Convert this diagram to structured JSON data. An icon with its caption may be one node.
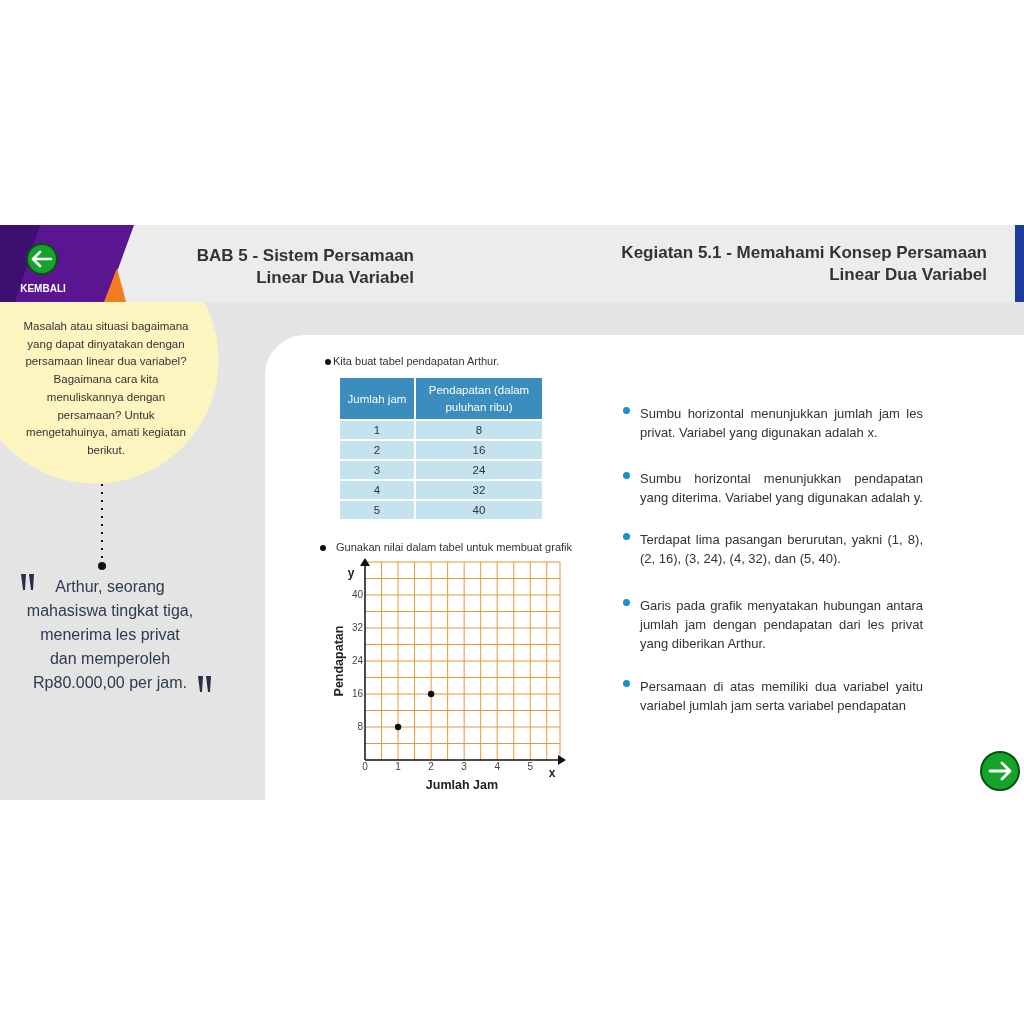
{
  "diagram": {
    "title": "BAB 5 - Sistem Persamaan Linear Dua Variabel",
    "nodes": [
      {
        "text": [
          "Masalah atau situasi bagaimana yang dapat dinyatakan dengan persamaan linear dua variabel? Bagaimana cara kita menuliskannya dengan persamaan? Untuk mengetahuinya, amati kegiatan berikut."
        ]
      },
      {
        "text": [
          "Arthur, seorang mahasiswa tingkat tiga, menerima les privat dan memperoleh Rp80.000,00 per jam."
        ]
      }
    ],
    "edges": [
      {
        "from": 0,
        "to": 1,
        "arrow": "other",
        "style": "dashed"
      }
    ],
    "labels": [
      "KEMBALI",
      "Kegiatan 5.1 - Memahami Konsep Persamaan Linear Dua Variabel",
      "Kita buat tabel pendapatan Arthur.",
      "Jumlah jam",
      "Pendapatan (dalam puluhan ribu)",
      "1",
      "8",
      "2",
      "16",
      "3",
      "24",
      "4",
      "32",
      "5",
      "40",
      "Gunakan nilai dalam tabel untuk membuat grafik",
      "y",
      "x",
      "Sumbu horizontal menunjukkan jumlah jam les privat. Variabel yang digunakan adalah x.",
      "Sumbu horizontal menunjukkan pendapatan yang diterima. Variabel yang digunakan adalah y.",
      "Terdapat lima pasangan berurutan, yakni (1, 8), (2, 16), (3, 24), (4, 32), dan (5, 40).",
      "Garis pada grafik menyatakan hubungan antara jumlah jam dengan pendapatan dari les privat yang diberikan Arthur.",
      "Persamaan di atas memiliki dua variabel yaitu variabel jumlah jam serta variabel pendapatan"
    ],
    "chart_data": {
      "type": "scatter",
      "xlabel": "Jumlah Jam",
      "ylabel": "Pendapatan",
      "x": [
        1,
        2
      ],
      "values": [
        8,
        16
      ],
      "grid": true,
      "xlim": [
        0,
        5.9
      ],
      "ylim": [
        0,
        48
      ],
      "xticks": [
        0,
        1,
        2,
        3,
        4,
        5
      ],
      "yticks": [
        8,
        16,
        24,
        32,
        40
      ]
    }
  }
}
